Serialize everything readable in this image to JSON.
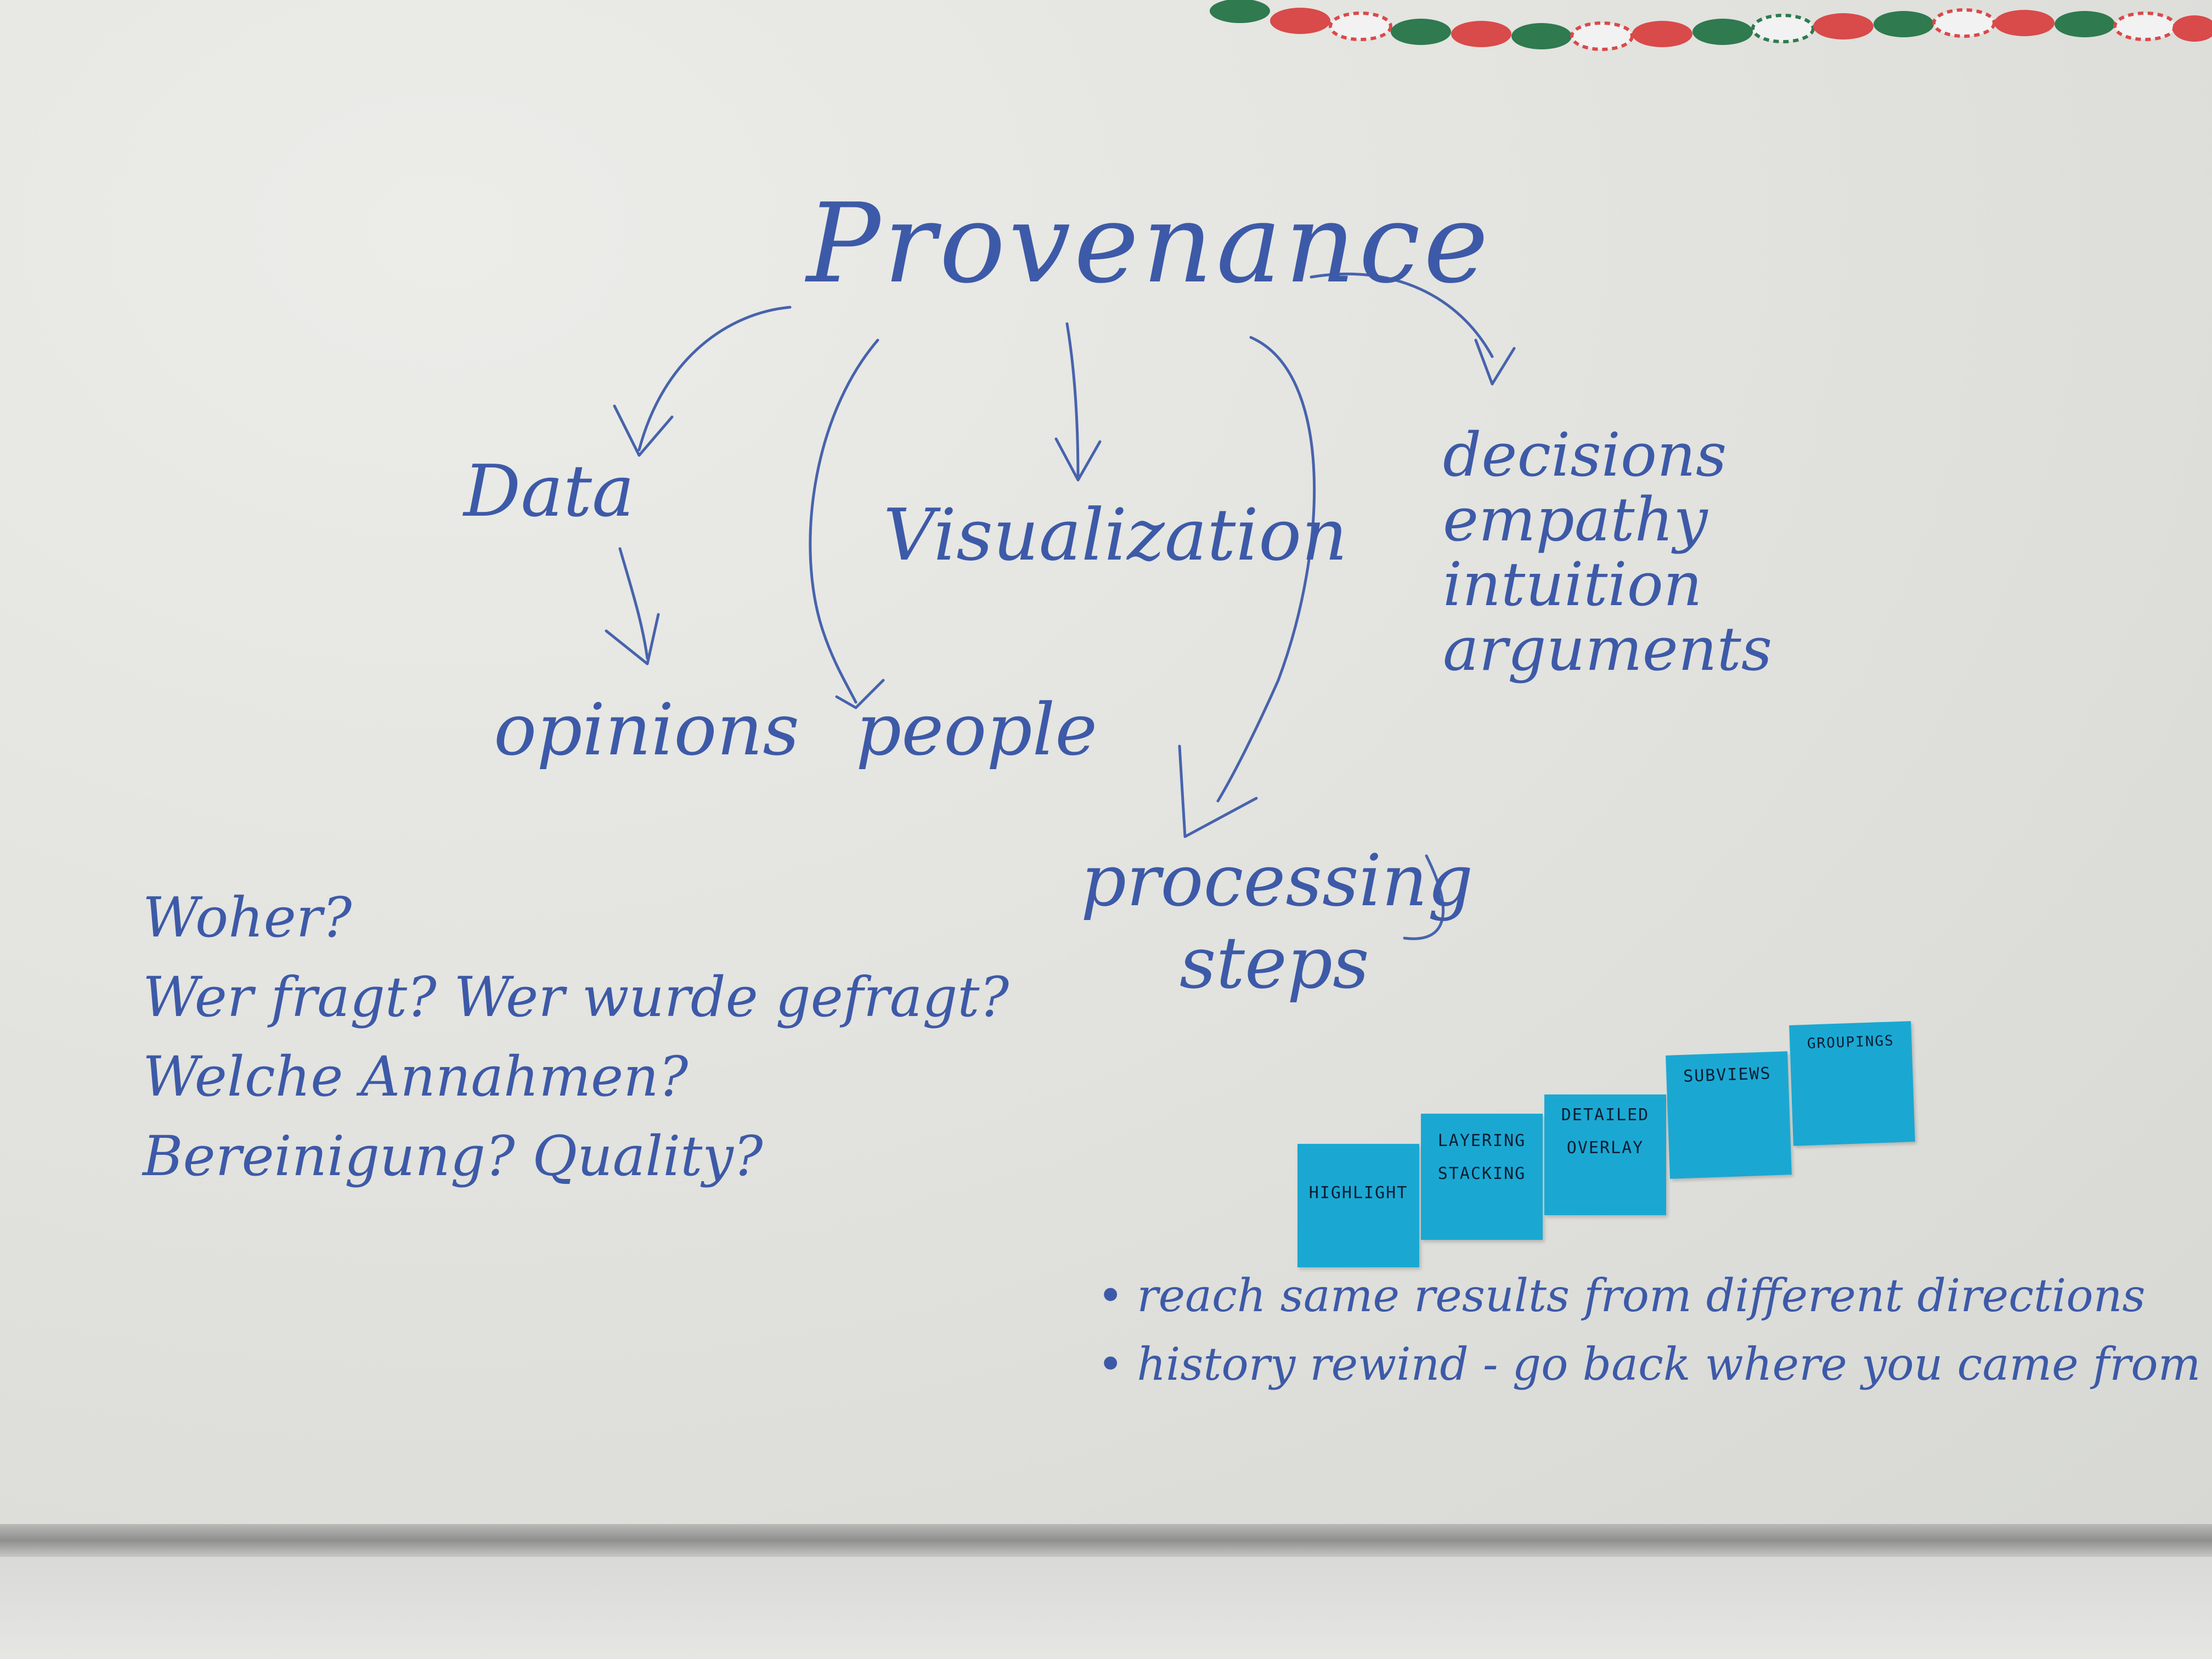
{
  "board": {
    "title": "Provenance",
    "nodes": {
      "data": "Data",
      "visualization": "Visualization",
      "opinions": "opinions",
      "people": "people",
      "processing": "processing",
      "steps": "steps"
    },
    "aspects": [
      "decisions",
      "empathy",
      "intuition",
      "arguments"
    ],
    "questions": [
      "Woher?",
      "Wer fragt? Wer wurde gefragt?",
      "Welche Annahmen?",
      "Bereinigung? Quality?"
    ],
    "sticky_notes": [
      {
        "lines": [
          "HIGHLIGHT"
        ]
      },
      {
        "lines": [
          "LAYERING",
          "STACKING"
        ]
      },
      {
        "lines": [
          "DETAILED",
          "OVERLAY"
        ]
      },
      {
        "lines": [
          "SUBVIEWS"
        ]
      },
      {
        "lines": [
          "GROUPINGS"
        ]
      }
    ],
    "sticky_color": "#1aa8d2",
    "ink_color": "#3d5aa8",
    "bullets": [
      "reach same results from different directions",
      "history rewind - go back where you came from"
    ]
  }
}
